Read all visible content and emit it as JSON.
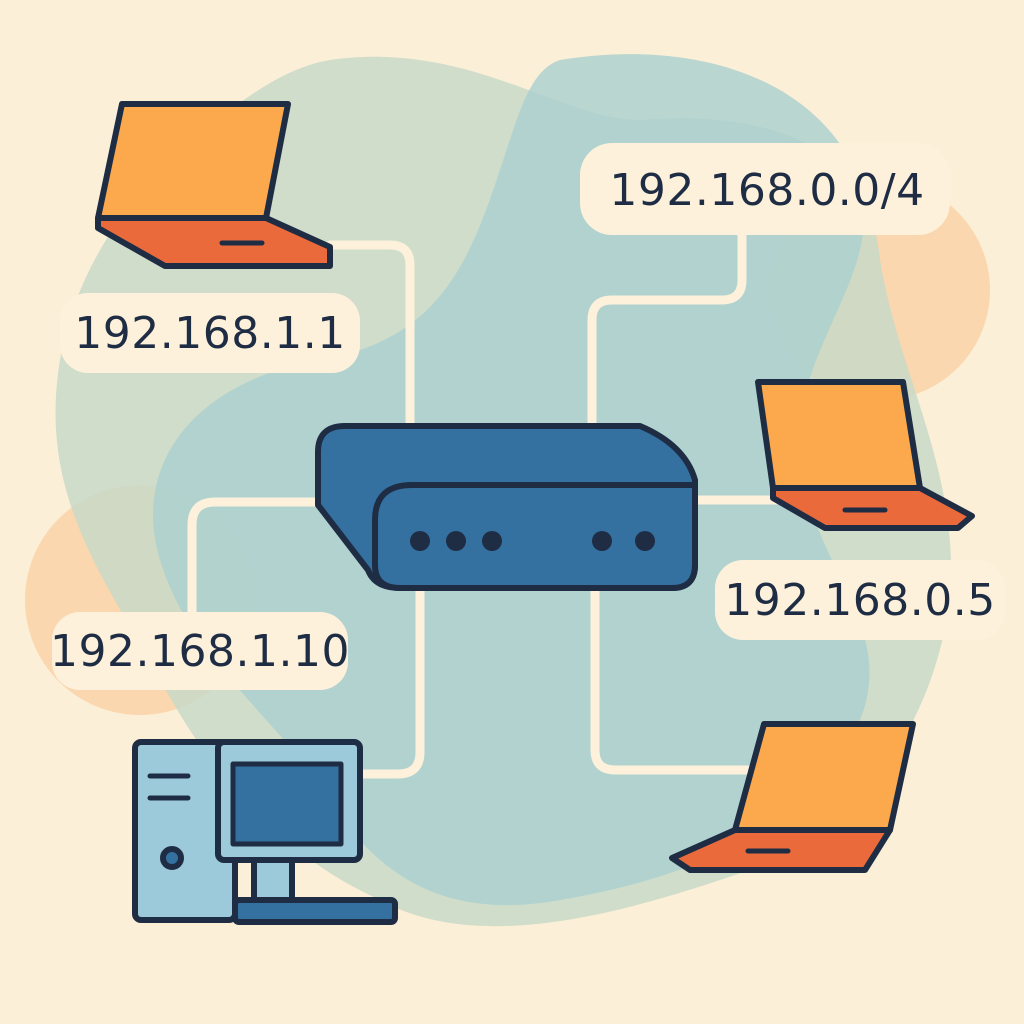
{
  "colors": {
    "background": "#fcefd7",
    "blob_green": "#c8d9c8",
    "blob_teal": "#a9cfd0",
    "blob_orange": "#f9cfa0",
    "connector": "#fdf1dc",
    "label_fill": "#fdf1dc",
    "outline": "#1f2d44",
    "router_fill": "#3470a0",
    "laptop_screen": "#fca94d",
    "laptop_base": "#ea6a3c",
    "desktop_tower": "#9ccadb",
    "desktop_screen": "#3470a0"
  },
  "diagram": {
    "nodes": [
      {
        "id": "router",
        "type": "router",
        "icon": "router-icon"
      },
      {
        "id": "laptop-top-left",
        "type": "laptop",
        "icon": "laptop-icon",
        "ip_label": "192.168.1.1"
      },
      {
        "id": "desktop-bottom-left",
        "type": "desktop",
        "icon": "desktop-computer-icon",
        "ip_label": "192.168.1.10"
      },
      {
        "id": "laptop-right",
        "type": "laptop",
        "icon": "laptop-icon",
        "ip_label": "192.168.0.5"
      },
      {
        "id": "laptop-bottom-right",
        "type": "laptop",
        "icon": "laptop-icon"
      },
      {
        "id": "subnet",
        "type": "label",
        "ip_label": "192.168.0.0/4"
      }
    ],
    "edges": [
      {
        "from": "laptop-top-left",
        "to": "router"
      },
      {
        "from": "desktop-bottom-left",
        "to": "router"
      },
      {
        "from": "subnet",
        "to": "router"
      },
      {
        "from": "laptop-right",
        "to": "router"
      },
      {
        "from": "laptop-bottom-right",
        "to": "router"
      }
    ]
  },
  "labels": {
    "top_left_ip": "192.168.1.1",
    "subnet_ip": "192.168.0.0/4",
    "bottom_left_ip": "192.168.1.10",
    "right_ip": "192.168.0.5"
  }
}
